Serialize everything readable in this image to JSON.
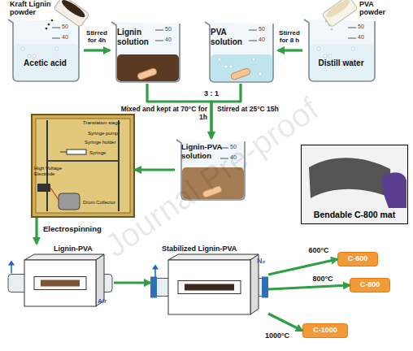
{
  "diagram": {
    "nodes": [
      {
        "text": [
          "Kraft Lignin powder",
          "Acetic acid"
        ]
      },
      {
        "text": [
          "Lignin solution"
        ]
      },
      {
        "text": [
          "PVA solution"
        ]
      },
      {
        "text": [
          "PVA powder",
          "Distill water"
        ]
      },
      {
        "text": [
          "Lignin-PVA solution"
        ]
      },
      {
        "text": [
          "Translation stage",
          "Syringe pump",
          "Syringe holder",
          "Syringe",
          "High Voltage Electrode",
          "Drum Collector"
        ]
      },
      {
        "text": [
          "Bendable C-800 mat"
        ]
      },
      {
        "text": [
          "Lignin-PVA"
        ]
      },
      {
        "text": [
          "Stabilized Lignin-PVA"
        ]
      },
      {
        "text": [
          "C-600"
        ]
      },
      {
        "text": [
          "C-800"
        ]
      },
      {
        "text": [
          "C-1000"
        ]
      }
    ],
    "edges": [
      {
        "from": 0,
        "to": 1,
        "arrow": "to",
        "label": "Stirred for 4h"
      },
      {
        "from": 3,
        "to": 2,
        "arrow": "to",
        "label": "Stirred for 8 h"
      },
      {
        "from": 1,
        "to": 4,
        "arrow": "to",
        "label": "Mixed and kept at 70°C for 1h"
      },
      {
        "from": 2,
        "to": 4,
        "arrow": "to",
        "label": "Stirred at 25°C 15h"
      },
      {
        "from": 4,
        "to": 5,
        "arrow": "to"
      },
      {
        "from": 5,
        "to": 7,
        "arrow": "to",
        "label": "Electrospinning"
      },
      {
        "from": 7,
        "to": 8,
        "arrow": "to"
      },
      {
        "from": 8,
        "to": 9,
        "arrow": "to",
        "label": "600°C"
      },
      {
        "from": 8,
        "to": 10,
        "arrow": "to",
        "label": "800°C"
      },
      {
        "from": 8,
        "to": 11,
        "arrow": "to",
        "label": "1000°C"
      }
    ],
    "labels": [
      "3 : 1",
      "Air",
      "N₂",
      "50",
      "40",
      "50",
      "40",
      "50",
      "40",
      "50",
      "40",
      "50",
      "40",
      "Journal Pre-proof"
    ]
  }
}
